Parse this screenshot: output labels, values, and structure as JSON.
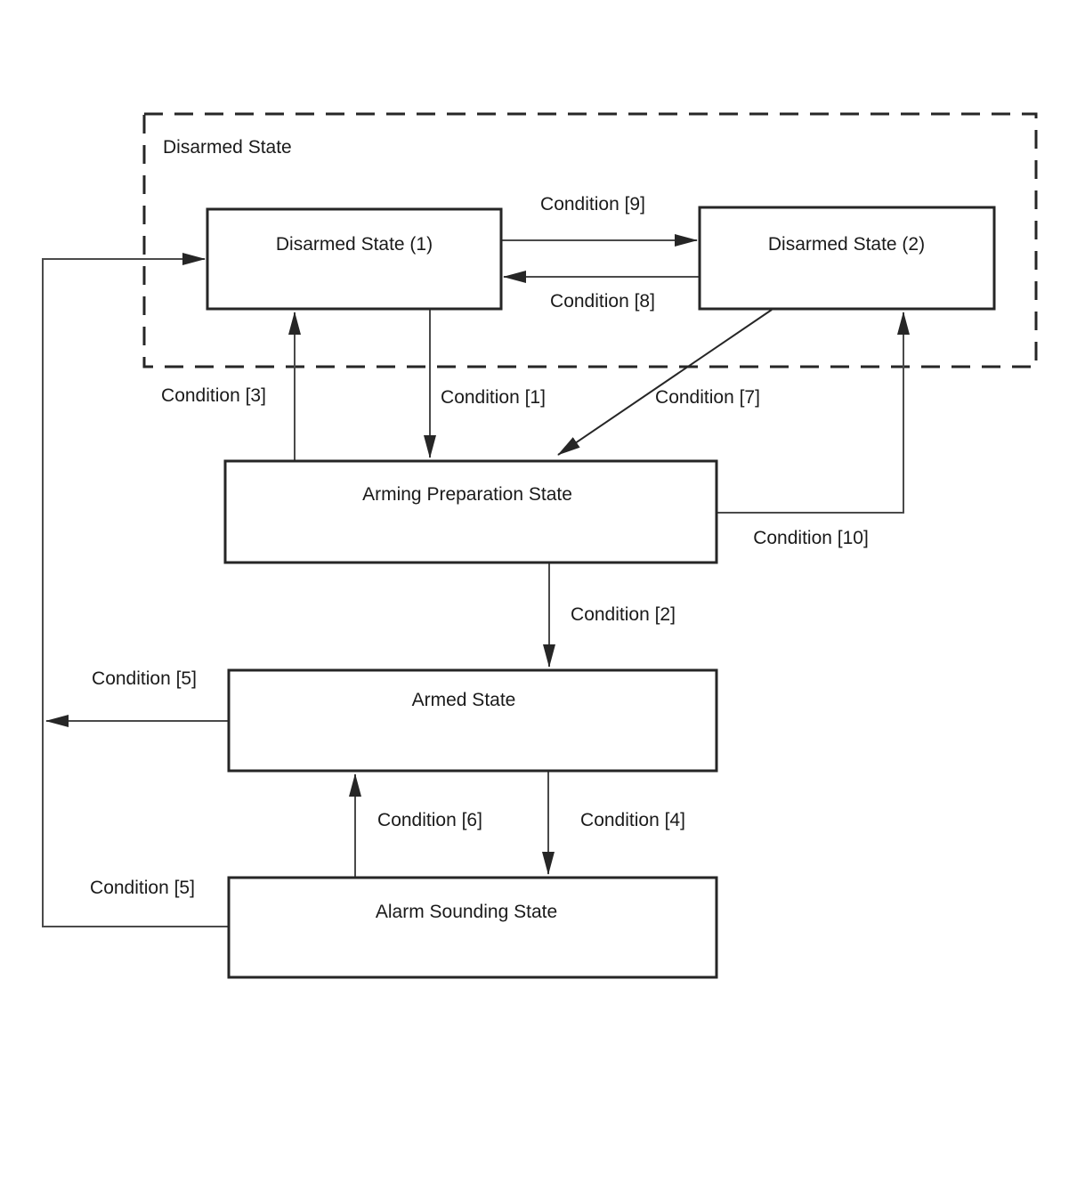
{
  "diagram": {
    "title_hint": "Security system state transition diagram",
    "group": {
      "label": "Disarmed State"
    },
    "states": [
      {
        "id": "disarmed-1",
        "label": "Disarmed State (1)"
      },
      {
        "id": "disarmed-2",
        "label": "Disarmed State (2)"
      },
      {
        "id": "arming-preparation",
        "label": "Arming Preparation State"
      },
      {
        "id": "armed",
        "label": "Armed State"
      },
      {
        "id": "alarm-sounding",
        "label": "Alarm Sounding State"
      }
    ],
    "transitions": {
      "cond1": {
        "label": "Condition [1]",
        "from": "disarmed-1",
        "to": "arming-preparation"
      },
      "cond2": {
        "label": "Condition [2]",
        "from": "arming-preparation",
        "to": "armed"
      },
      "cond3": {
        "label": "Condition [3]",
        "from": "arming-preparation",
        "to": "disarmed-1"
      },
      "cond4": {
        "label": "Condition [4]",
        "from": "armed",
        "to": "alarm-sounding"
      },
      "cond5_top": {
        "label": "Condition [5]",
        "from": "armed",
        "to": "disarmed-1"
      },
      "cond5_bottom": {
        "label": "Condition [5]",
        "from": "alarm-sounding",
        "to": "disarmed-1"
      },
      "cond6": {
        "label": "Condition [6]",
        "from": "alarm-sounding",
        "to": "armed"
      },
      "cond7": {
        "label": "Condition [7]",
        "from": "disarmed-2",
        "to": "arming-preparation"
      },
      "cond8": {
        "label": "Condition [8]",
        "from": "disarmed-2",
        "to": "disarmed-1"
      },
      "cond9": {
        "label": "Condition [9]",
        "from": "disarmed-1",
        "to": "disarmed-2"
      },
      "cond10": {
        "label": "Condition [10]",
        "from": "arming-preparation",
        "to": "disarmed-2"
      }
    },
    "colors": {
      "background": "#ffffff",
      "line": "#4a4a4a",
      "box_border": "#262626",
      "text": "#1a1a1a"
    }
  }
}
